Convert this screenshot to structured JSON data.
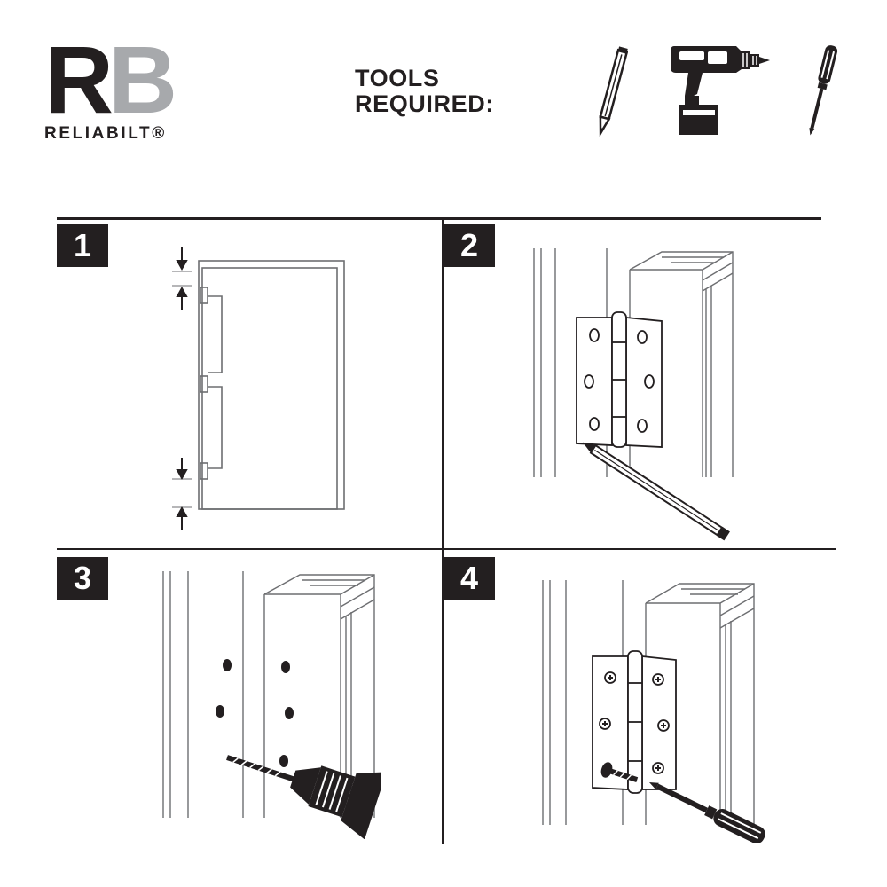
{
  "brand": {
    "logo_letter_1": "R",
    "logo_letter_2": "B",
    "name": "RELIABILT®",
    "dark_color": "#231f20",
    "gray_color": "#a7a9ac"
  },
  "tools": {
    "title_line_1": "TOOLS",
    "title_line_2": "REQUIRED:",
    "items": [
      {
        "icon": "pencil-icon"
      },
      {
        "icon": "power-drill-icon"
      },
      {
        "icon": "screwdriver-icon"
      }
    ]
  },
  "steps": [
    {
      "number": "1",
      "illustration": "door-hinge-placement"
    },
    {
      "number": "2",
      "illustration": "trace-hinge-with-pencil"
    },
    {
      "number": "3",
      "illustration": "drill-pilot-holes"
    },
    {
      "number": "4",
      "illustration": "screw-in-hinge"
    }
  ]
}
